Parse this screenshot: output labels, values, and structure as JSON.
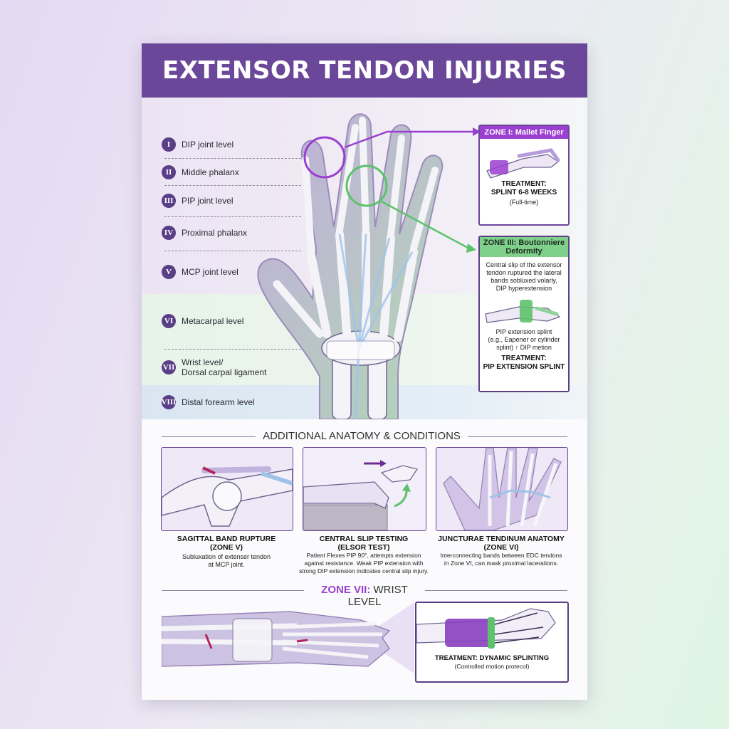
{
  "title": "EXTENSOR TENDON INJURIES",
  "zones": [
    {
      "numeral": "I",
      "label": "DIP joint level"
    },
    {
      "numeral": "II",
      "label": "Middle phalanx"
    },
    {
      "numeral": "III",
      "label": "PIP joint level"
    },
    {
      "numeral": "IV",
      "label": "Proximal phalanx"
    },
    {
      "numeral": "V",
      "label": "MCP joint level"
    },
    {
      "numeral": "VI",
      "label": "Metacarpal level"
    },
    {
      "numeral": "VII",
      "label": "Wrist level/",
      "label2": "Dorsal carpal ligament"
    },
    {
      "numeral": "VIII",
      "label": "Distal forearm level"
    }
  ],
  "callout_mallet": {
    "header": "ZONE I: Mallet Finger",
    "treatment_line1": "TREATMENT:",
    "treatment_line2": "SPLINT 6-8 WEEKS",
    "note": "(Full-time)"
  },
  "callout_boutonniere": {
    "header_line1": "ZONE III: Boutonniere",
    "header_line2": "Deformity",
    "desc": [
      "Central slip of the extensor",
      "tendon ruptured the lateral",
      "bands sobluxed volarly,",
      "DIP hyperextension"
    ],
    "splint_note": [
      "PIP extension splint",
      "(e.g., Eapener or cylinder",
      "splint) ↑ DIP metion"
    ],
    "treatment_line1": "TREATMENT:",
    "treatment_line2": "PIP EXTENSION SPLINT"
  },
  "additional_title": "ADDITIONAL ANATOMY & CONDITIONS",
  "panels": [
    {
      "title1": "SAGITTAL BAND RUPTURE",
      "title2": "(ZONE V)",
      "text": [
        "Subluxation of extenser tendon",
        "at MCP joint."
      ]
    },
    {
      "title1": "CENTRAL SLIP TESTING",
      "title2": "(ELSOR TEST)",
      "text": [
        "Patient Flexes PIP 90°, attempts extension",
        "against resistance. Weak PIP extension with",
        "strong DIP extension indicates central slip injury."
      ]
    },
    {
      "title1": "JUNCTURAE TENDINUM ANATOMY",
      "title2": "(ZONE VI)",
      "text": [
        "Interconnecting bands between EDC tendons",
        "in Zone VI, can mask proximal lacerations."
      ]
    }
  ],
  "zone7": {
    "prefix": "ZONE VII:",
    "suffix": " WRIST LEVEL"
  },
  "dynamic": {
    "title": "TREATMENT: DYNAMIC SPLINTING",
    "note": "(Controlled motion protecol)"
  },
  "colors": {
    "purple": "#6b4799",
    "green": "#5cc26b",
    "accent_violet": "#9a3fd0"
  }
}
